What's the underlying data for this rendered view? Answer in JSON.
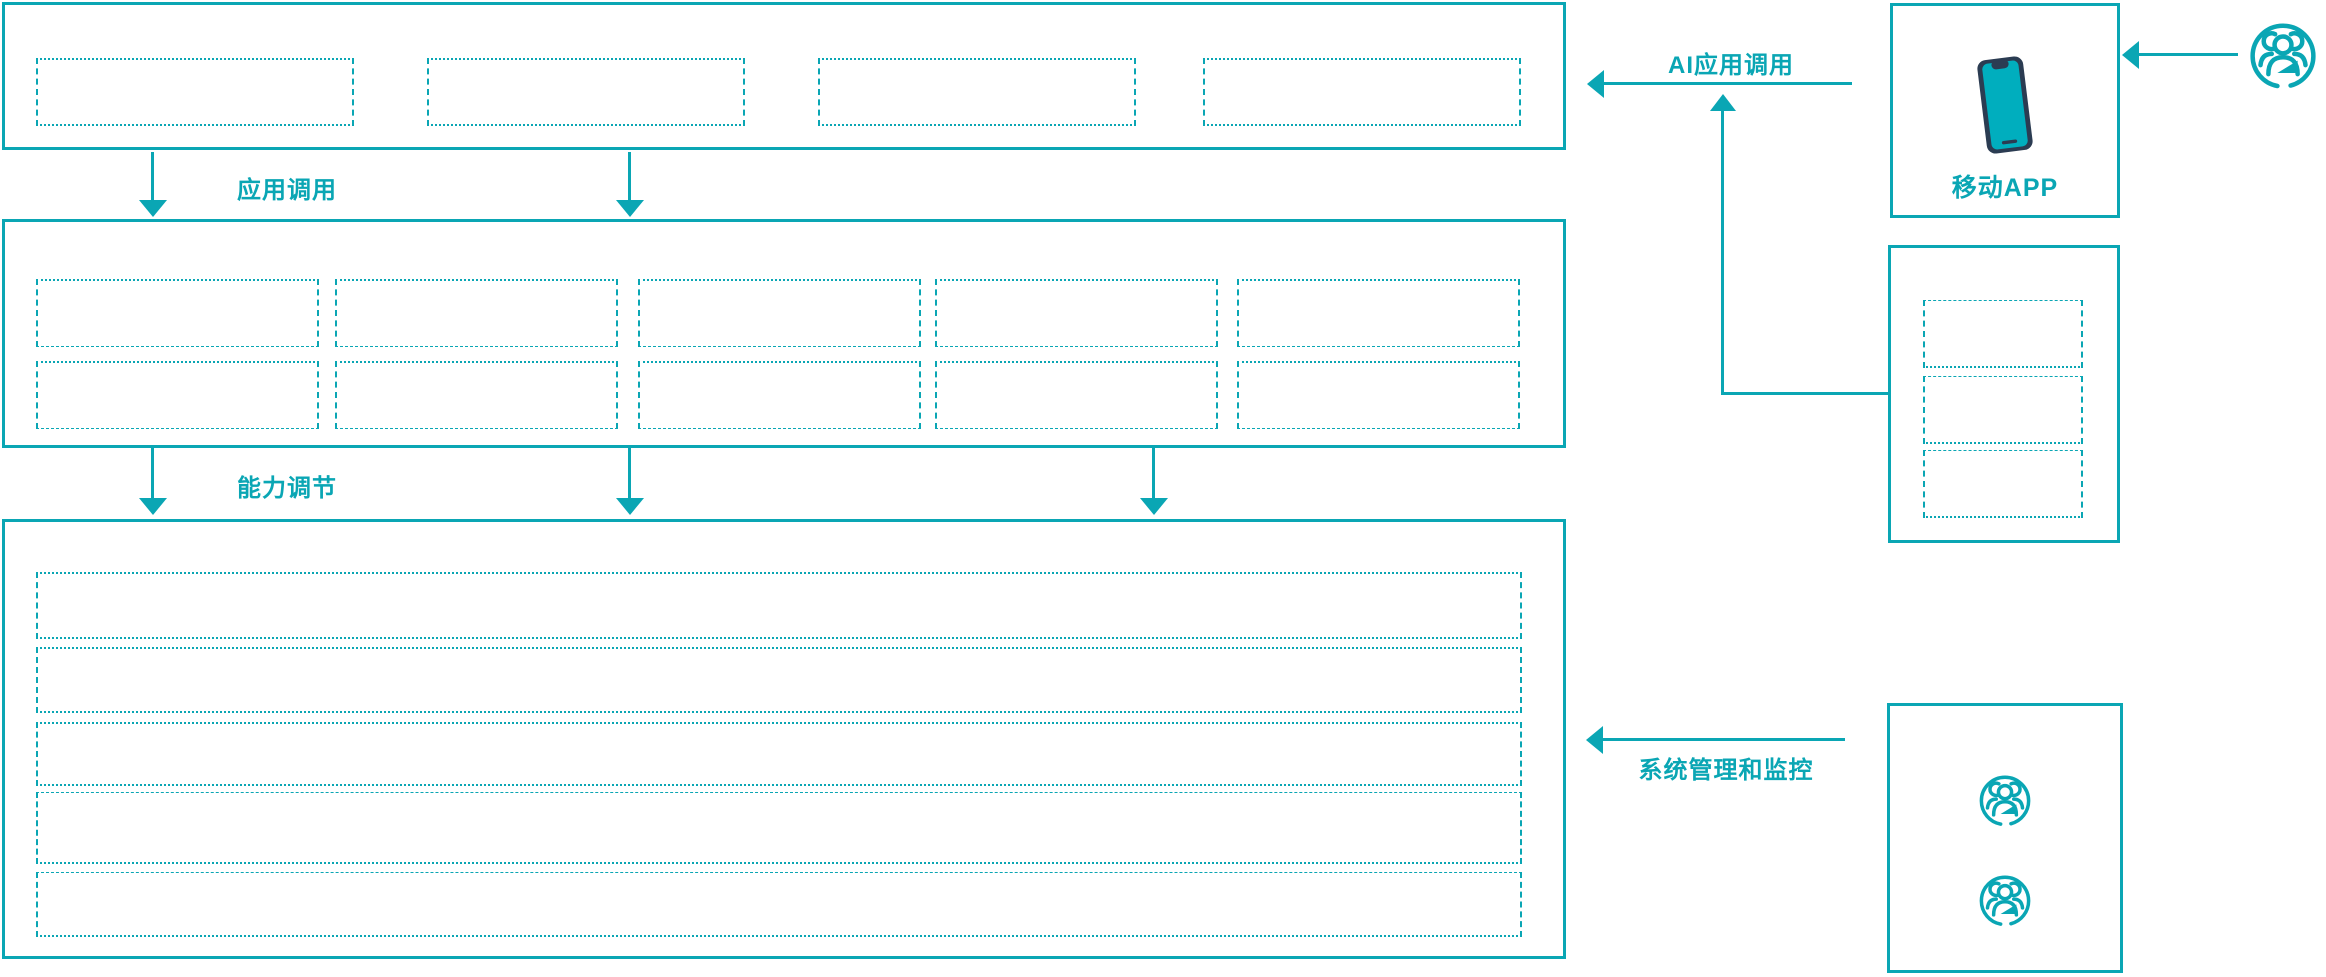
{
  "palette": {
    "teal": "#0AA6B4",
    "navy": "#2B3C52",
    "phone_screen": "#00AEBE",
    "background": "#FFFFFF"
  },
  "flow_labels": {
    "app_call": "应用调用",
    "capability_adjust": "能力调节",
    "ai_app_call": "AI应用调用",
    "system_management": "系统管理和监控"
  },
  "right_column": {
    "mobile_app": {
      "label": "移动APP",
      "icon": "smartphone-icon"
    },
    "middle_panel": {
      "placeholder_boxes": 3
    },
    "ops_panel": {
      "icons": [
        "user-group-icon",
        "user-group-icon"
      ]
    }
  },
  "main_stack": {
    "top_panel": {
      "placeholder_boxes": 4
    },
    "middle_panel": {
      "placeholder_boxes": 10
    },
    "bottom_panel": {
      "placeholder_rows": 5
    }
  },
  "actors": {
    "top_right_icon": "user-group-icon"
  }
}
